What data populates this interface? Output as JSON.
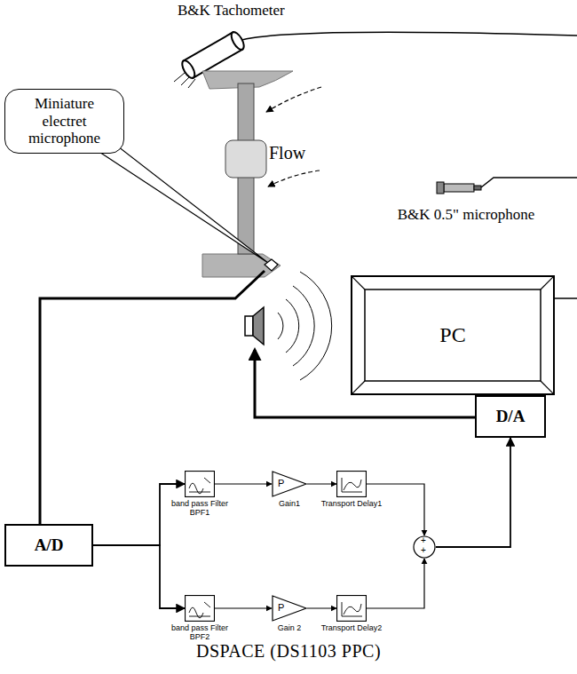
{
  "diagram": {
    "caption": "DSPACE (DS1103 PPC)",
    "nodes": [
      {
        "text": [
          "Miniature electret microphone"
        ]
      },
      {
        "text": [
          "PC"
        ]
      },
      {
        "text": [
          "D/A"
        ]
      },
      {
        "text": [
          "A/D"
        ]
      },
      {
        "text": [
          "band pass Filter BPF1"
        ]
      },
      {
        "text": [
          "P",
          "Gain1"
        ]
      },
      {
        "text": [
          "Transport Delay1"
        ]
      },
      {
        "text": [
          "band pass Filter BPF2"
        ]
      },
      {
        "text": [
          "P",
          "Gain 2"
        ]
      },
      {
        "text": [
          "Transport Delay2"
        ]
      },
      {
        "text": [
          "+",
          "+"
        ]
      }
    ],
    "edges": [
      {
        "from": 3,
        "to": 4,
        "arrow": "to"
      },
      {
        "from": 3,
        "to": 7,
        "arrow": "to"
      },
      {
        "from": 4,
        "to": 5,
        "arrow": "to"
      },
      {
        "from": 5,
        "to": 6,
        "arrow": "to"
      },
      {
        "from": 6,
        "to": 10,
        "arrow": "to"
      },
      {
        "from": 7,
        "to": 8,
        "arrow": "to"
      },
      {
        "from": 8,
        "to": 9,
        "arrow": "to"
      },
      {
        "from": 9,
        "to": 10,
        "arrow": "to"
      },
      {
        "from": 10,
        "to": 2,
        "arrow": "to"
      }
    ],
    "labels": [
      "B&K Tachometer",
      "Flow",
      "B&K 0.5\" microphone"
    ]
  }
}
